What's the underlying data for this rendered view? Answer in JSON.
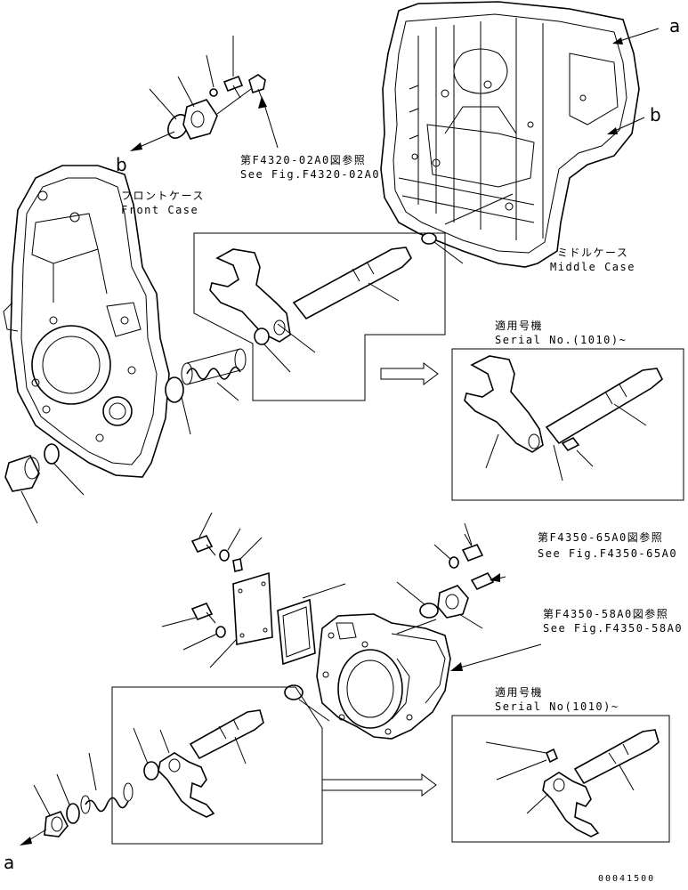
{
  "callouts": {
    "a_top": "a",
    "b_right": "b",
    "b_left": "b",
    "a_bottom": "a"
  },
  "labels": {
    "front_case_jp": "フロントケース",
    "front_case_en": "Front Case",
    "middle_case_jp": "ミドルケース",
    "middle_case_en": "Middle Case"
  },
  "references": [
    {
      "jp": "第F4320-02A0図参照",
      "en": "See Fig.F4320-02A0"
    },
    {
      "jp": "第F4350-65A0図参照",
      "en": "See Fig.F4350-65A0"
    },
    {
      "jp": "第F4350-58A0図参照",
      "en": "See Fig.F4350-58A0"
    }
  ],
  "serial_boxes": [
    {
      "jp": "適用号機",
      "en": "Serial No.(1010)~"
    },
    {
      "jp": "適用号機",
      "en": "Serial No(1010)~"
    }
  ],
  "drawing_number": "00041500"
}
